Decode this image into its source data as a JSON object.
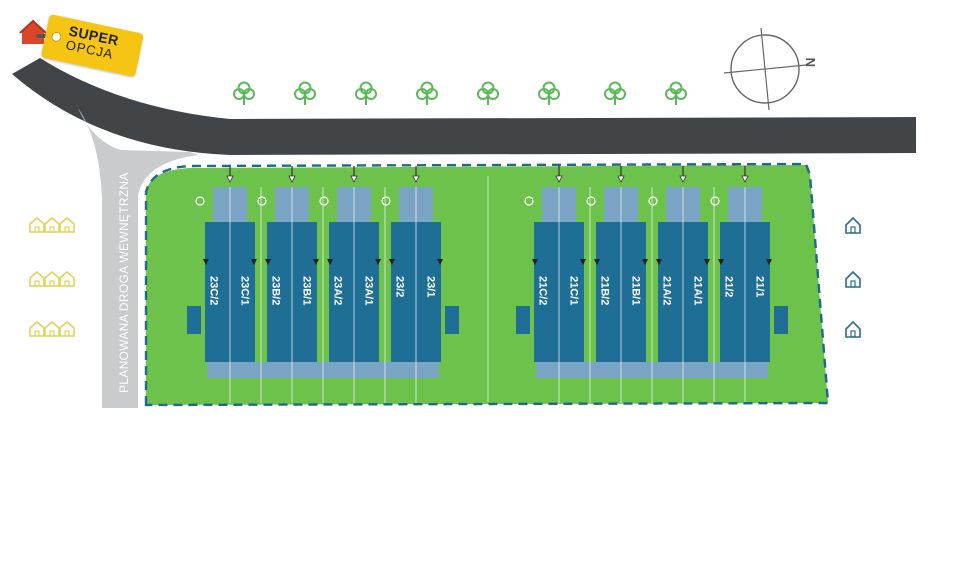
{
  "brand": {
    "line1": "SUPER",
    "line2": "OPCJA"
  },
  "road": {
    "label": "PLANOWANA DROGA WEWNĘTRZNA"
  },
  "compass": {
    "north_letter": "N"
  },
  "colors": {
    "lot_green": "#6cc24a",
    "building_dark": "#1f6e96",
    "building_light": "#7aa4c4",
    "road_dark": "#414547",
    "road_light": "#c9cbcc",
    "tree": "#5db85a",
    "house_left": "#e4d15a",
    "house_right": "#2d6d8a",
    "boundary": "#1d6a8b"
  },
  "units": {
    "west_block": [
      "23C/2",
      "23C/1",
      "23B/2",
      "23B/1",
      "23A/2",
      "23A/1",
      "23/2",
      "23/1"
    ],
    "east_block": [
      "21C/2",
      "21C/1",
      "21B/2",
      "21B/1",
      "21A/2",
      "21A/1",
      "21/2",
      "21/1"
    ]
  },
  "icons": {
    "trees": "tree-icon",
    "houses_left": "townhouse-icon",
    "houses_right": "house-icon",
    "entrance": "entrance-triangle-icon",
    "compass": "compass-icon"
  }
}
